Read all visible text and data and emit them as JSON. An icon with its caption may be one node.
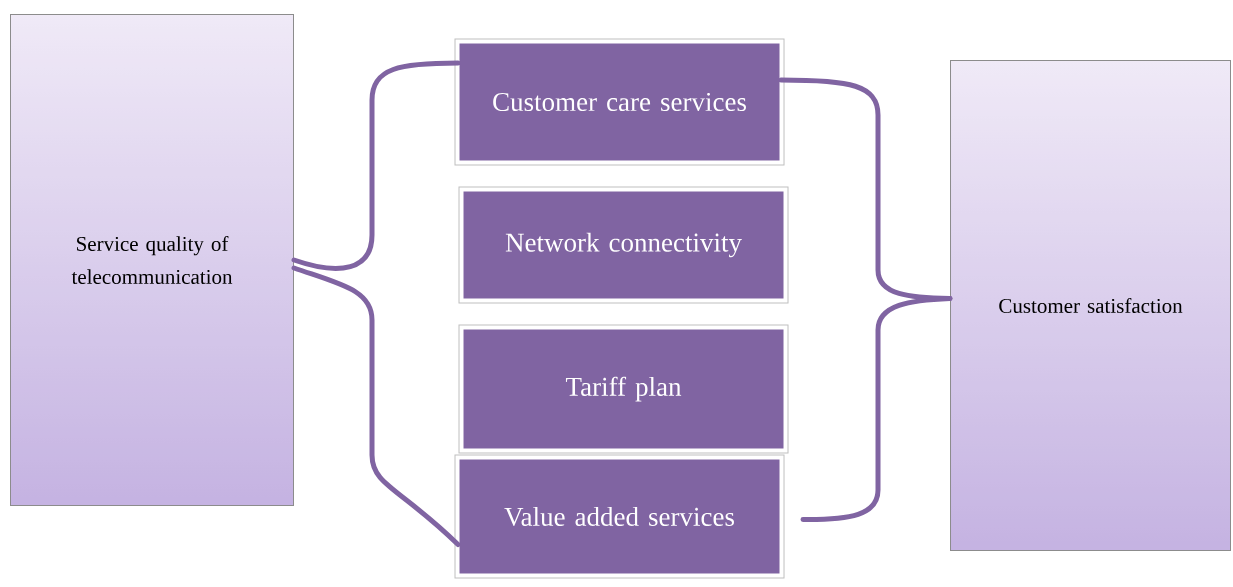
{
  "diagram": {
    "nodes": [
      {
        "text": [
          "Service quality of telecommunication"
        ]
      },
      {
        "text": [
          "Customer care services"
        ]
      },
      {
        "text": [
          "Network connectivity"
        ]
      },
      {
        "text": [
          "Tariff plan"
        ]
      },
      {
        "text": [
          "Value added services"
        ]
      },
      {
        "text": [
          "Customer satisfaction"
        ]
      }
    ],
    "edges": [
      {
        "from": 0,
        "to": 1,
        "arrow": "none"
      },
      {
        "from": 0,
        "to": 4,
        "arrow": "none"
      },
      {
        "from": 1,
        "to": 5,
        "arrow": "none"
      },
      {
        "from": 4,
        "to": 5,
        "arrow": "none"
      }
    ]
  }
}
